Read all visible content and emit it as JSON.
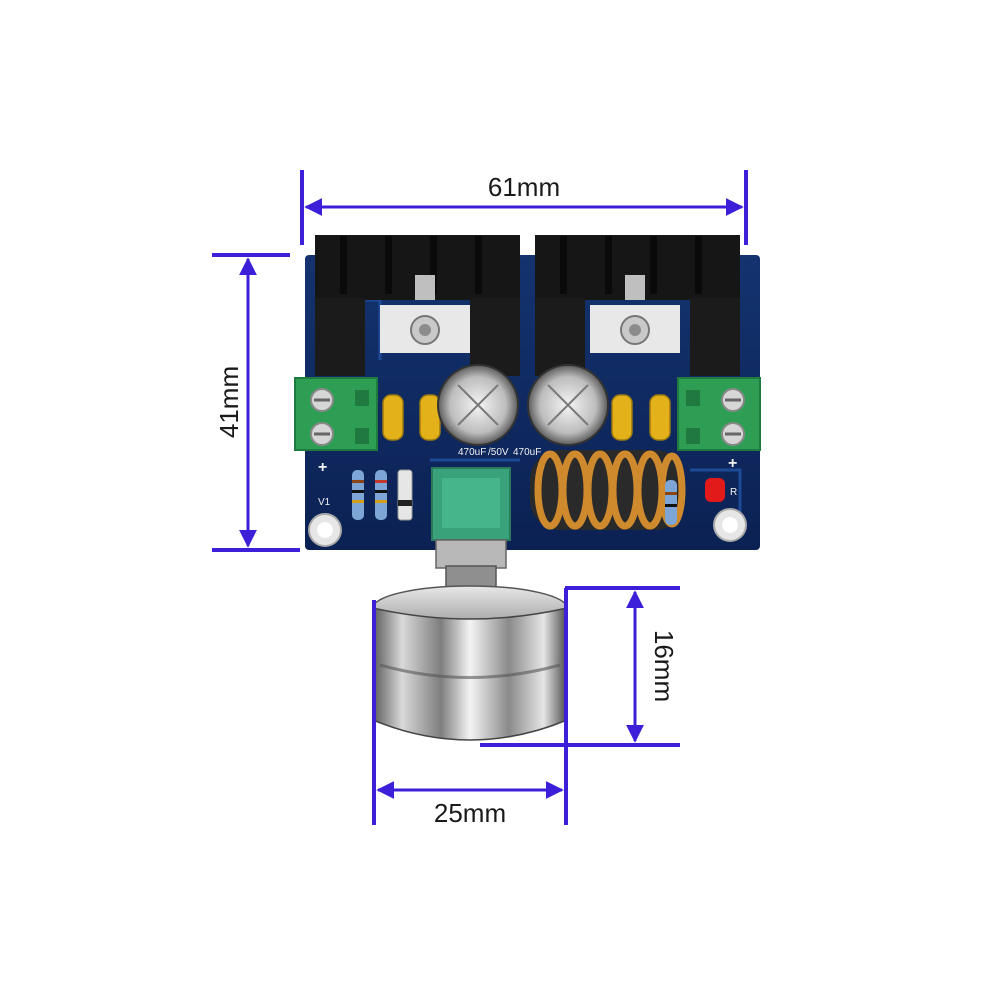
{
  "dimensions": {
    "width": "61mm",
    "height": "41mm",
    "knob_height": "16mm",
    "knob_diameter": "25mm"
  },
  "board_labels": {
    "input_plus": "+",
    "output_plus": "+",
    "v1": "V1",
    "r": "R",
    "cap_left": "470uF",
    "cap_rating": "/50V",
    "cap_right": "470uF"
  },
  "colors": {
    "dimension_line": "#3b1fd9",
    "pcb": "#0f2a66",
    "heatsink": "#161616",
    "terminal": "#2f9e55",
    "trimmer": "#3aa27a",
    "copper_coil": "#d08a2e",
    "led": "#e21a1a"
  }
}
